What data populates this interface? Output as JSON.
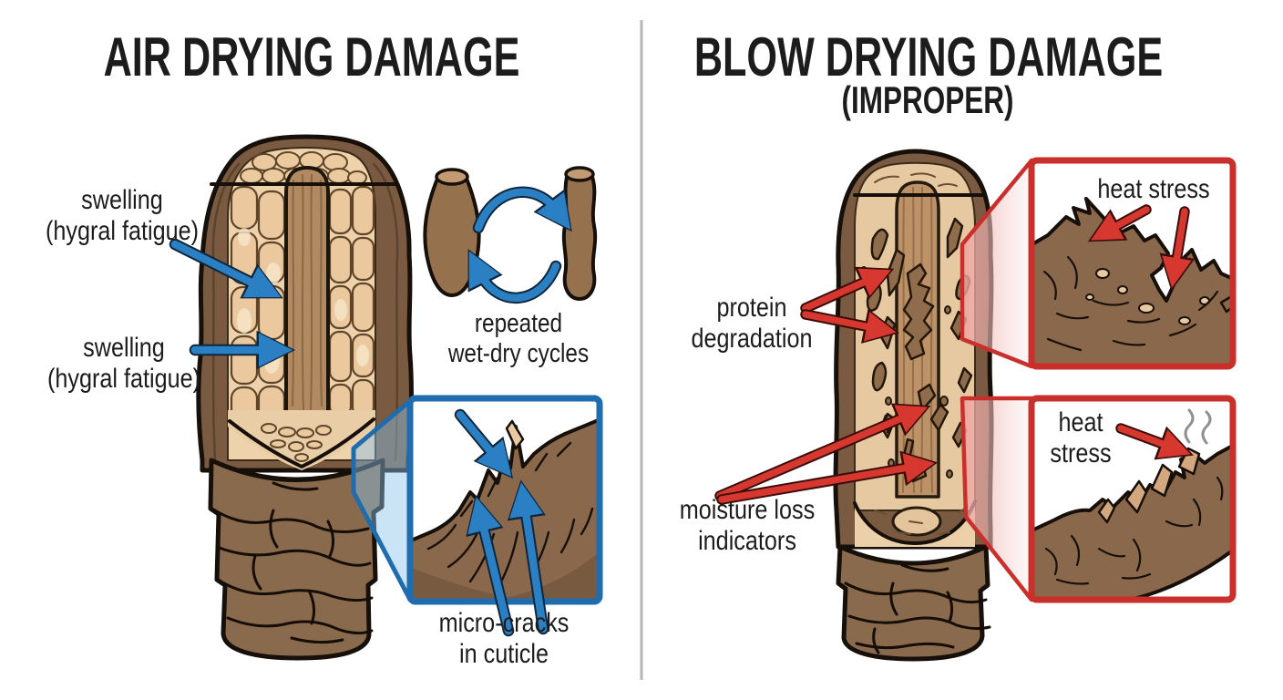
{
  "background_color": "#ffffff",
  "divider_color": "#b6b6b6",
  "colors": {
    "arrow_blue": "#2b80c4",
    "arrow_red": "#d6382f",
    "inset_border_blue": "#1f6cae",
    "inset_border_red": "#c9302b",
    "hair_dark_brown": "#7a5a40",
    "hair_mid_brown": "#8a6a4c",
    "cortex_tan": "#eed2ab",
    "medulla_brown": "#b28a61",
    "text_black": "#1c1c1c"
  },
  "left_panel": {
    "title": "AIR DRYING DAMAGE",
    "swelling_label_top": {
      "line1": "swelling",
      "line2": "(hygral fatigue)"
    },
    "swelling_label_bottom": {
      "line1": "swelling",
      "line2": "(hygral fatigue)"
    },
    "wet_dry_label": {
      "line1": "repeated",
      "line2": "wet-dry cycles"
    },
    "micro_cracks_label": {
      "line1": "micro-cracks",
      "line2": "in cuticle"
    }
  },
  "right_panel": {
    "title": "BLOW DRYING DAMAGE",
    "subtitle": "(IMPROPER)",
    "protein_label": {
      "line1": "protein",
      "line2": "degradation"
    },
    "moisture_label": {
      "line1": "moisture loss",
      "line2": "indicators"
    },
    "heat_stress_label_top": "heat stress",
    "heat_stress_label_bottom": {
      "line1": "heat",
      "line2": "stress"
    }
  }
}
